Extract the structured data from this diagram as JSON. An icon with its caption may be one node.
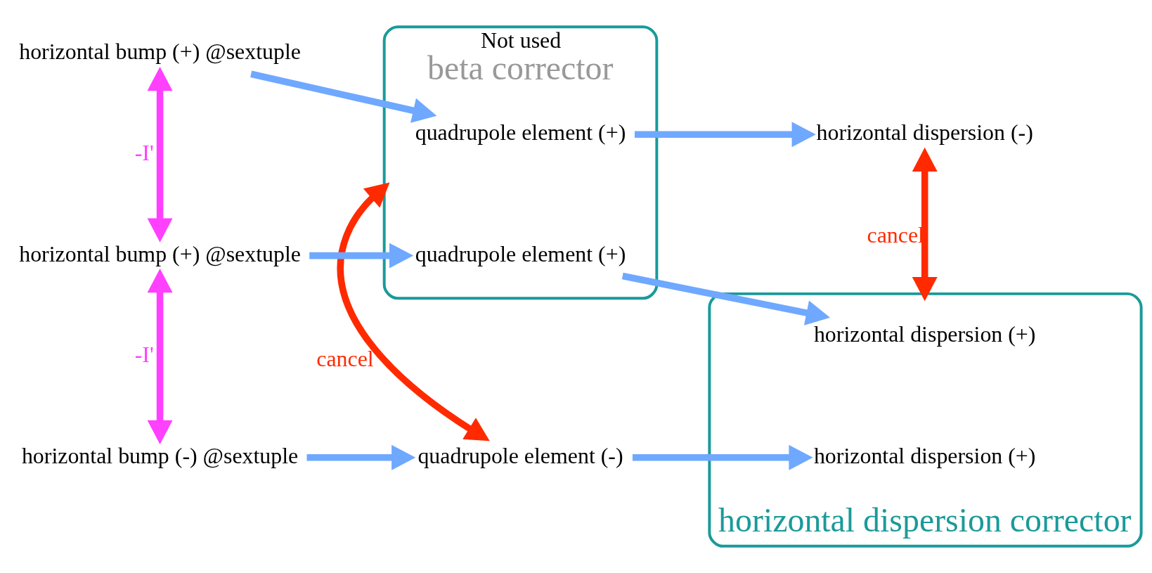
{
  "diagram": {
    "nodes": [
      {
        "text": [
          "horizontal bump (+) @sextuple"
        ]
      },
      {
        "text": [
          "Not used",
          "beta corrector"
        ]
      },
      {
        "text": [
          "quadrupole element (+)"
        ],
        "in": 1
      },
      {
        "text": [
          "horizontal dispersion (-)"
        ]
      },
      {
        "text": [
          "horizontal bump (+) @sextuple"
        ]
      },
      {
        "text": [
          "quadrupole element (+)"
        ],
        "in": 1
      },
      {
        "text": [
          "horizontal dispersion corrector"
        ]
      },
      {
        "text": [
          "horizontal dispersion (+)"
        ],
        "in": 6
      },
      {
        "text": [
          "horizontal bump (-) @sextuple"
        ]
      },
      {
        "text": [
          "quadrupole element (-)"
        ]
      },
      {
        "text": [
          "horizontal dispersion (+)"
        ],
        "in": 6
      }
    ],
    "edges": [
      {
        "from": 0,
        "to": 2,
        "arrow": "to"
      },
      {
        "from": 2,
        "to": 3,
        "arrow": "to"
      },
      {
        "from": 0,
        "to": 4,
        "arrow": "both",
        "label": "-I'",
        "color": "#ff40ff"
      },
      {
        "from": 3,
        "to": 6,
        "arrow": "both",
        "label": "cancel",
        "color": "#ff2a00"
      },
      {
        "from": 4,
        "to": 5,
        "arrow": "to"
      },
      {
        "from": 5,
        "to": 7,
        "arrow": "to"
      },
      {
        "from": 4,
        "to": 8,
        "arrow": "both",
        "label": "-I'",
        "color": "#ff40ff"
      },
      {
        "from": 1,
        "to": 9,
        "arrow": "both",
        "label": "cancel",
        "color": "#ff2a00"
      },
      {
        "from": 8,
        "to": 9,
        "arrow": "to"
      },
      {
        "from": 9,
        "to": 10,
        "arrow": "to"
      }
    ]
  }
}
